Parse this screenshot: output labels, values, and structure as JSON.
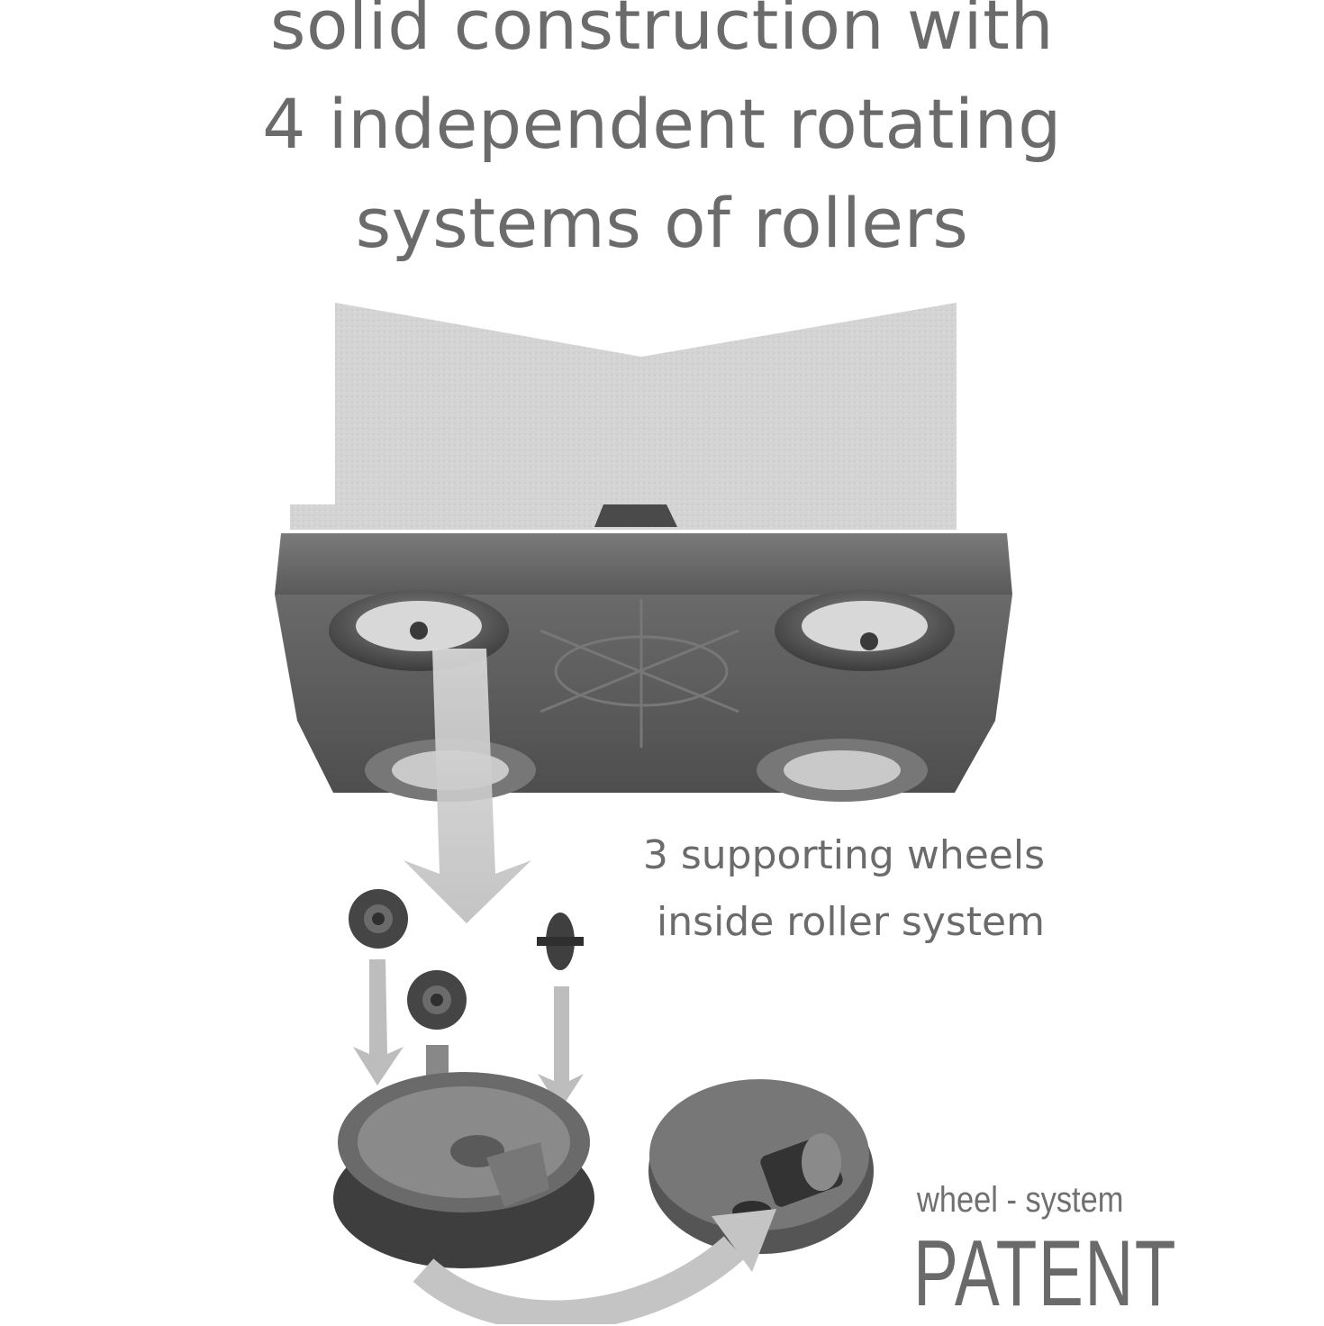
{
  "headline": {
    "line1": "solid construction with",
    "line2": "4 independent rotating",
    "line3": "systems of rollers"
  },
  "caption": {
    "line1": "3 supporting wheels",
    "line2": "inside roller system"
  },
  "patent": {
    "small": "wheel - system",
    "big": "PATENT"
  },
  "colors": {
    "text": "#6b6b6b",
    "foam": "#d6d6d6",
    "base": "#5e5e5e",
    "arrow": "#c8c8c8"
  }
}
